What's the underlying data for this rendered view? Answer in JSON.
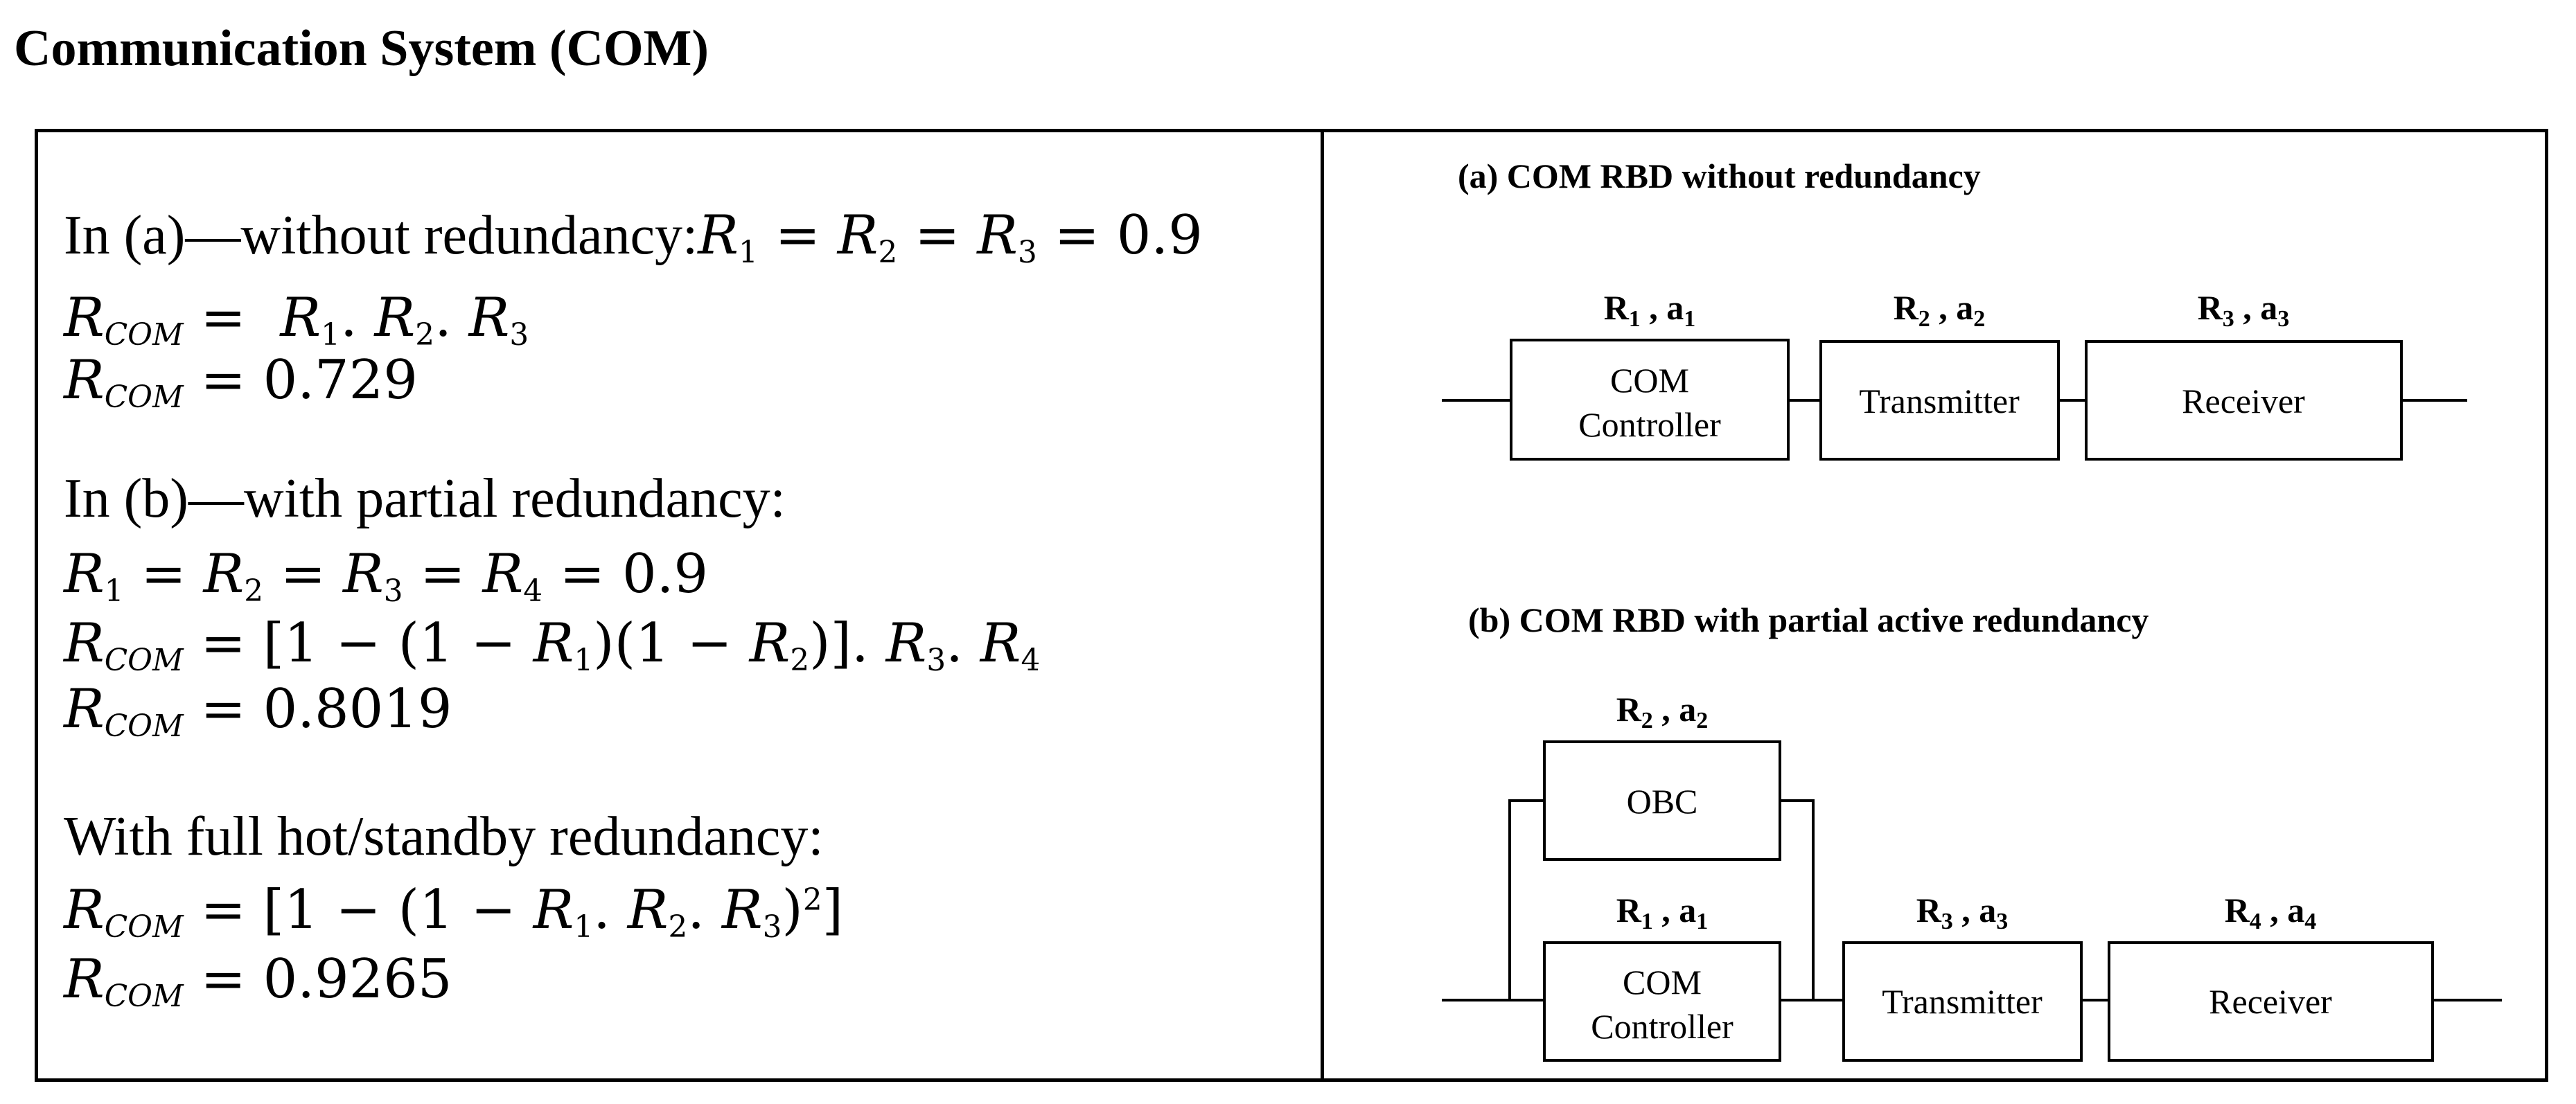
{
  "title": "Communication System (COM)",
  "equations": {
    "a_heading": "In (a)—without redundancy:",
    "a_r1": "R",
    "a_r2": "R",
    "a_r3": "R",
    "a_value": "0.9",
    "a_rcom1": "R",
    "a_rcom1_sub": "COM",
    "a_rcom2_sub": "COM",
    "a_result": "0.729",
    "b_heading": "In (b)—with partial redundancy:",
    "b_value": "0.9",
    "b_result": "0.8019",
    "c_heading": "With full hot/standby redundancy:",
    "c_result": "0.9265"
  },
  "diagram_a": {
    "title": "(a)  COM RBD without redundancy",
    "blocks": [
      {
        "label_line1": "COM",
        "label_line2": "Controller",
        "param_r": "R",
        "param_r_sub": "1",
        "param_a": "a",
        "param_a_sub": "1"
      },
      {
        "label_line1": "Transmitter",
        "label_line2": "",
        "param_r": "R",
        "param_r_sub": "2",
        "param_a": "a",
        "param_a_sub": "2"
      },
      {
        "label_line1": "Receiver",
        "label_line2": "",
        "param_r": "R",
        "param_r_sub": "3",
        "param_a": "a",
        "param_a_sub": "3"
      }
    ]
  },
  "diagram_b": {
    "title": "(b)  COM RBD with partial  active redundancy",
    "blocks": [
      {
        "label_line1": "OBC",
        "label_line2": "",
        "param_r": "R",
        "param_r_sub": "2",
        "param_a": "a",
        "param_a_sub": "2"
      },
      {
        "label_line1": "COM",
        "label_line2": "Controller",
        "param_r": "R",
        "param_r_sub": "1",
        "param_a": "a",
        "param_a_sub": "1"
      },
      {
        "label_line1": "Transmitter",
        "label_line2": "",
        "param_r": "R",
        "param_r_sub": "3",
        "param_a": "a",
        "param_a_sub": "3"
      },
      {
        "label_line1": "Receiver",
        "label_line2": "",
        "param_r": "R",
        "param_r_sub": "4",
        "param_a": "a",
        "param_a_sub": "4"
      }
    ]
  }
}
